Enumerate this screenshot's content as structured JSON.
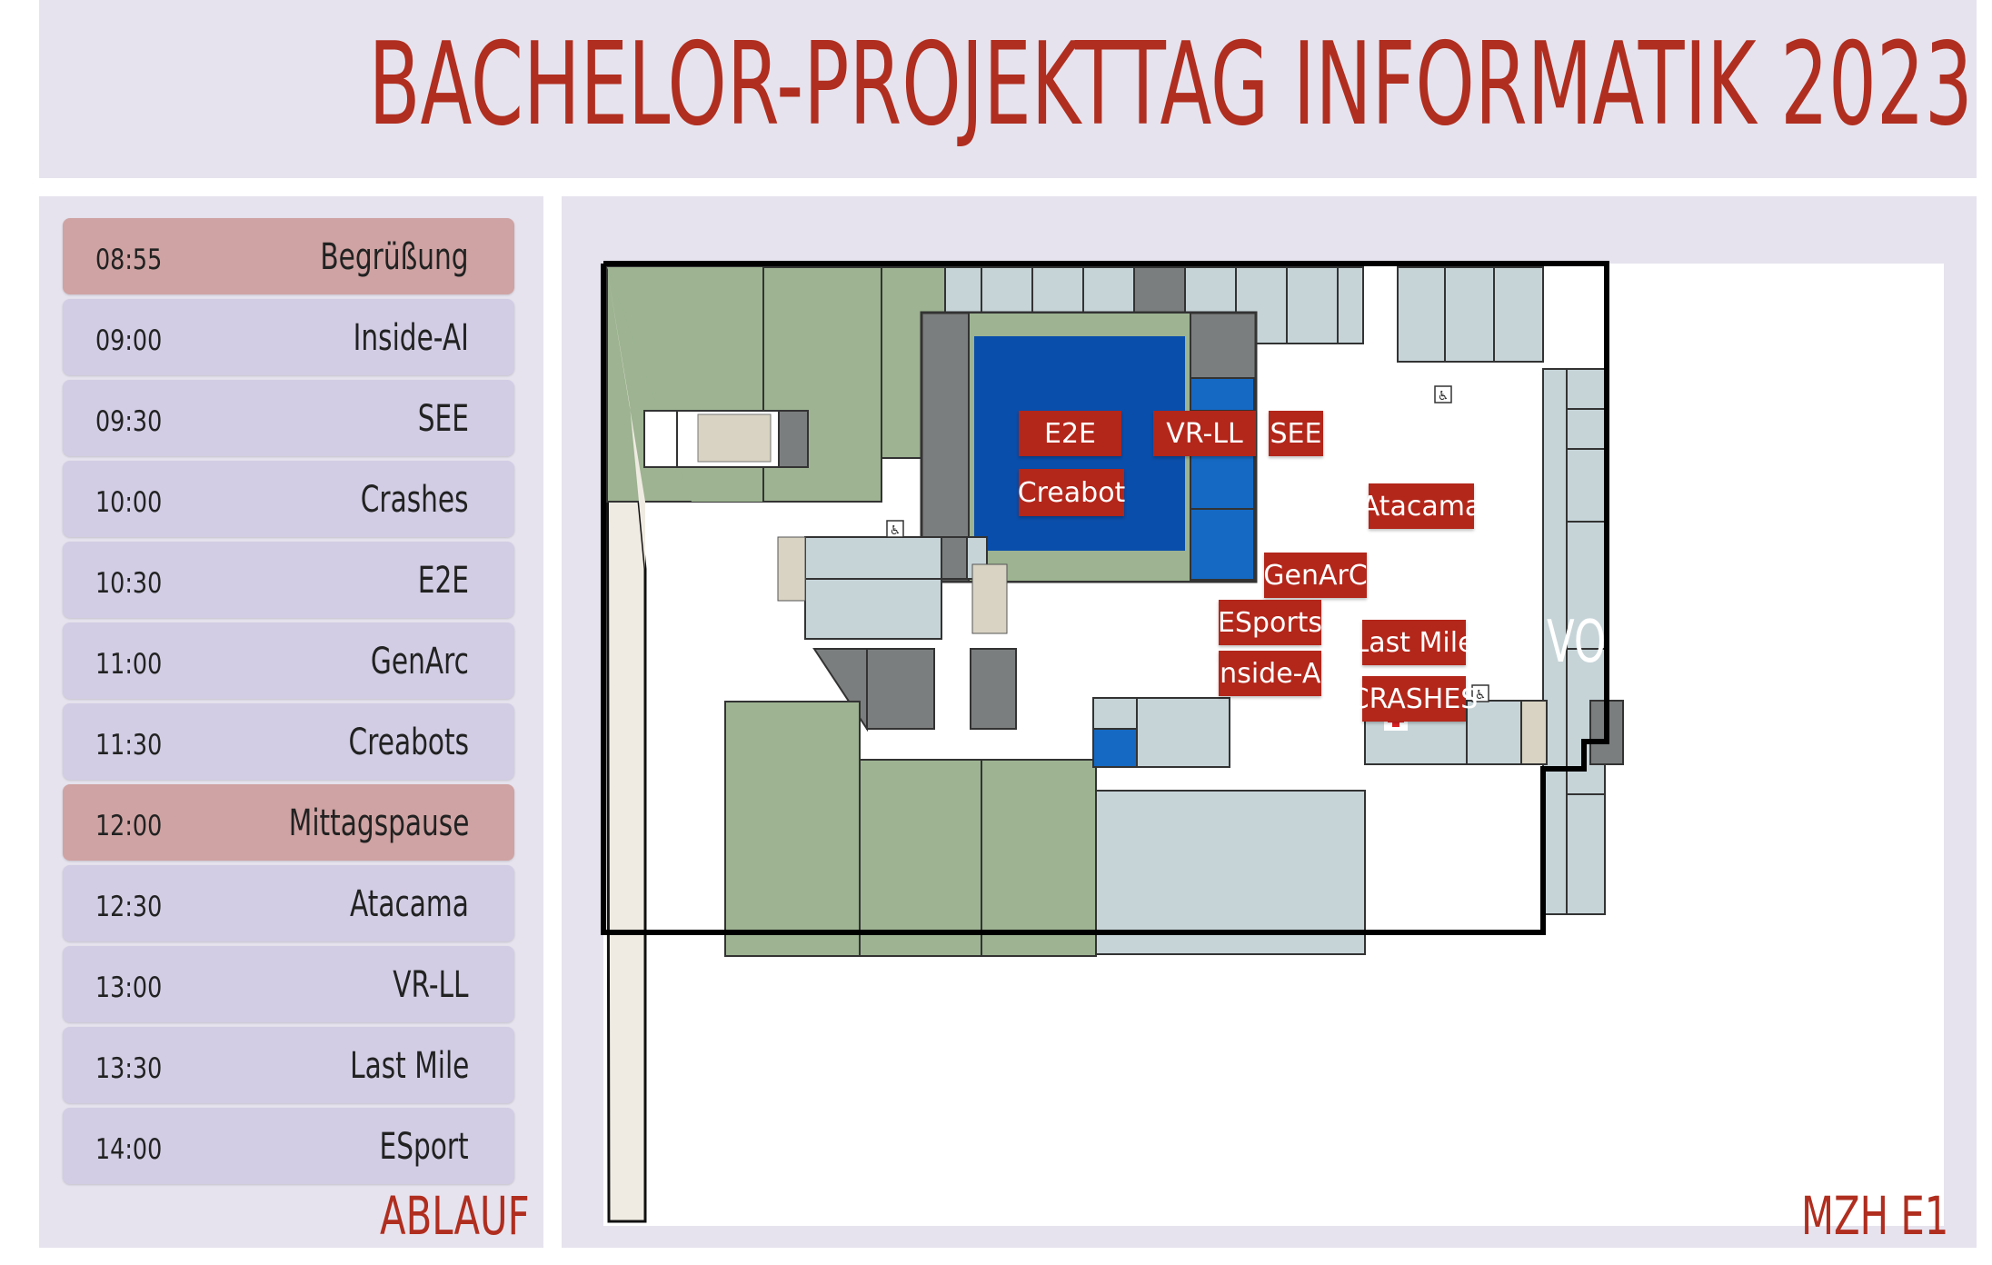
{
  "header": {
    "title": "BACHELOR-PROJEKTTAG INFORMATIK 2023"
  },
  "schedule": {
    "caption": "ABLAUF",
    "items": [
      {
        "time": "08:55",
        "label": "Begrüßung",
        "highlight": true
      },
      {
        "time": "09:00",
        "label": "Inside-AI",
        "highlight": false
      },
      {
        "time": "09:30",
        "label": "SEE",
        "highlight": false
      },
      {
        "time": "10:00",
        "label": "Crashes",
        "highlight": false
      },
      {
        "time": "10:30",
        "label": "E2E",
        "highlight": false
      },
      {
        "time": "11:00",
        "label": "GenArc",
        "highlight": false
      },
      {
        "time": "11:30",
        "label": "Creabots",
        "highlight": false
      },
      {
        "time": "12:00",
        "label": "Mittagspause",
        "highlight": true
      },
      {
        "time": "12:30",
        "label": "Atacama",
        "highlight": false
      },
      {
        "time": "13:00",
        "label": "VR-LL",
        "highlight": false
      },
      {
        "time": "13:30",
        "label": "Last Mile",
        "highlight": false
      },
      {
        "time": "14:00",
        "label": "ESport",
        "highlight": false
      }
    ]
  },
  "map": {
    "caption": "MZH E1",
    "hall_label": "VORTRÄGE",
    "tags": {
      "e2e": "E2E",
      "vrll": "VR-LL",
      "see": "SEE",
      "creabot": "Creabot",
      "atacama": "Atacama",
      "genarc": "GenArC",
      "esports": "ESports",
      "insideai": "Inside-Ai",
      "lastmile": "Last Mile",
      "crashes": "CRASHES"
    }
  },
  "colors": {
    "title": "#b02e1f",
    "panel": "#e6e3ee",
    "slot": "#d2cde4",
    "slot_highlight": "#cfa3a3",
    "tag": "#b3261a",
    "hall": "#0a4eab",
    "green_room": "#9db391",
    "grey_room": "#c6d4d8",
    "dark_room": "#7b7e7e",
    "blue_room": "#1569c2"
  },
  "icons": [
    "wheelchair-icon",
    "first-aid-icon",
    "door-icon",
    "stairs-icon",
    "elevator-icon"
  ]
}
